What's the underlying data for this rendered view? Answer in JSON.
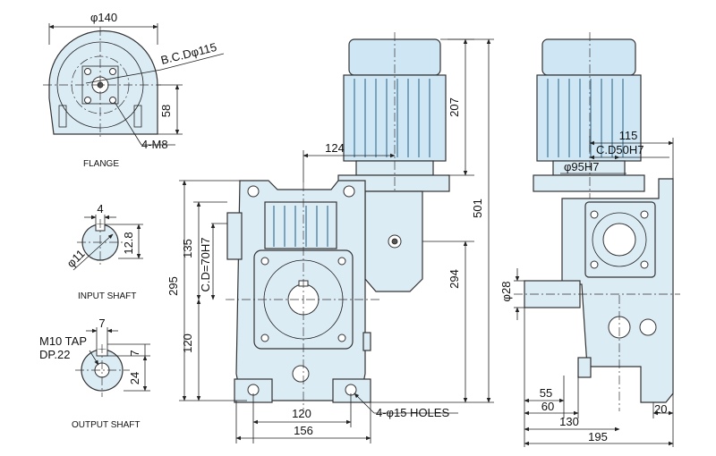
{
  "views": {
    "flange": {
      "caption": "FLANGE",
      "dim_diameter": "φ140",
      "dim_bcd": "B.C.Dφ115",
      "dim_58": "58",
      "dim_tap": "4-M8"
    },
    "input_shaft": {
      "caption": "INPUT SHAFT",
      "dim_key": "4",
      "dim_height": "12.8",
      "dim_diameter": "φ11"
    },
    "output_shaft": {
      "caption": "OUTPUT SHAFT",
      "dim_key": "7",
      "dim_tap": "M10 TAP",
      "dim_depth": "DP.22",
      "dim_7": "7",
      "dim_24": "24"
    },
    "front": {
      "dim_124": "124",
      "dim_207": "207",
      "dim_501": "501",
      "dim_294": "294",
      "dim_295": "295",
      "dim_135": "135",
      "dim_cd": "C.D=70H7",
      "dim_120v": "120",
      "dim_120h": "120",
      "dim_156": "156",
      "dim_holes": "4-φ15 HOLES"
    },
    "side": {
      "dim_115": "115",
      "dim_cd": "C.D50H7",
      "dim_95": "φ95H7",
      "dim_28": "φ28",
      "dim_55": "55",
      "dim_60": "60",
      "dim_130": "130",
      "dim_195": "195",
      "dim_20": "20"
    }
  },
  "colors": {
    "body_fill": "#dcecf5",
    "motor_fill": "#cfe6f4",
    "line": "#333333"
  }
}
